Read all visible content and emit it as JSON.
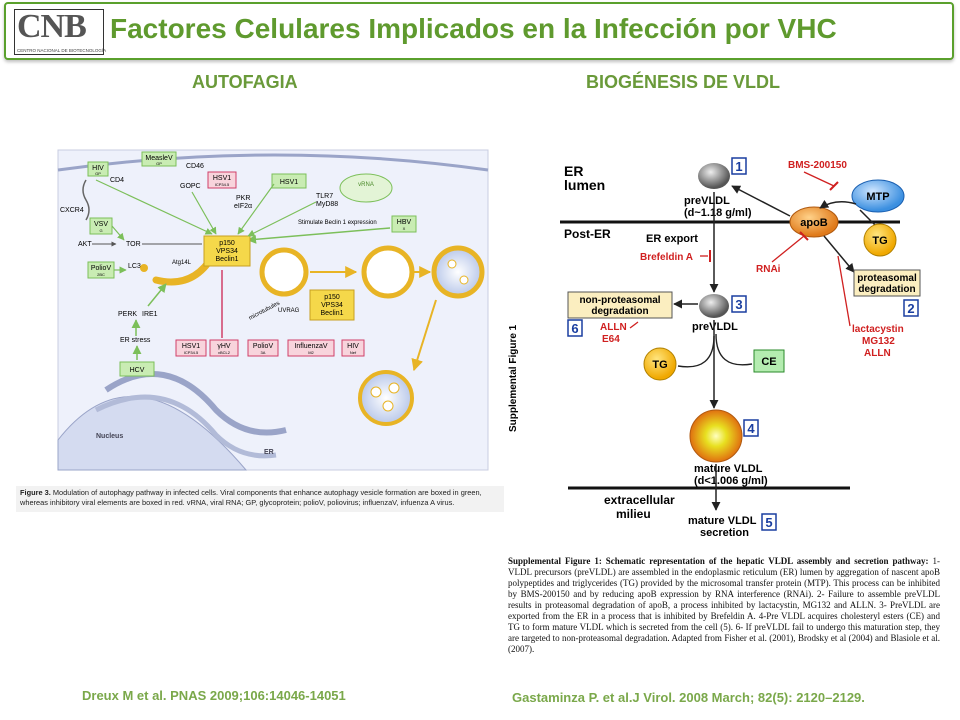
{
  "header": {
    "logo_text": "CNB",
    "logo_subtext": "CENTRO NACIONAL DE BIOTECNOLOGÍA",
    "title": "Factores Celulares Implicados en la Infección por VHC"
  },
  "sections": {
    "left_title": "AUTOFAGIA",
    "right_title": "BIOGÉNESIS DE VLDL"
  },
  "autophagy_figure": {
    "labels": {
      "hiv": "HIV",
      "hiv_sub": "GP",
      "measlev": "MeasleV",
      "measlev_sub": "GP",
      "cd46": "CD46",
      "cd4": "CD4",
      "cxcr4": "CXCR4",
      "hsv1": "HSV1",
      "hsv1_sub": "ICP34.5",
      "hsv1_b": "HSV1",
      "gopc": "GOPC",
      "pkr": "PKR",
      "eif2a": "eIF2α",
      "tlr7": "TLR7",
      "myd88": "MyD88",
      "vrna": "vRNA",
      "vsv": "VSV",
      "vsv_sub": "G",
      "akt": "AKT",
      "tor": "TOR",
      "stimulate": "Stimulate Beclin 1 expression",
      "hbv": "HBV",
      "hbv_sub": "X",
      "poliov": "PolioV",
      "poliov_sub": "2BC",
      "lc3": "LC3",
      "atg14l": "Atg14L",
      "complex1_l1": "p150",
      "complex1_l2": "VPS34",
      "complex1_l3": "Beclin1",
      "microtubules": "microtubules",
      "uvrag": "UVRAG",
      "complex2_l1": "p150",
      "complex2_l2": "VPS34",
      "complex2_l3": "Beclin1",
      "perk": "PERK",
      "ire1": "IRE1",
      "er_stress": "ER stress",
      "hcv": "HCV",
      "hsv1_c": "HSV1",
      "hsv1_c_sub": "ICP34.5",
      "ghv": "γHV",
      "ghv_sub": "vBCL2",
      "poliov_b": "PolioV",
      "poliov_b_sub": "3A",
      "influenza": "InfluenzaV",
      "influenza_sub": "M2",
      "hiv_b": "HIV",
      "hiv_b_sub": "Nef",
      "nucleus": "Nucleus",
      "er": "ER"
    },
    "caption_bold": "Figure 3.",
    "caption_text": " Modulation of autophagy pathway in infected cells. Viral components that enhance autophagy vesicle formation are boxed in green, whereas inhibitory viral elements are boxed in red. vRNA, viral RNA; GP, glycoprotein; polioV, poliovirus; influenzaV, infuenza A virus."
  },
  "vldl_figure": {
    "labels": {
      "er_lumen_1": "ER",
      "er_lumen_2": "lumen",
      "previdl_dense_1": "preVLDL",
      "previdl_dense_2": "(d~1.18 g/ml)",
      "bms": "BMS-200150",
      "mtp": "MTP",
      "apob": "apoB",
      "tg_top": "TG",
      "post_er": "Post-ER",
      "er_export": "ER export",
      "brefeldin": "Brefeldin A",
      "rnai": "RNAi",
      "proteasomal_1": "proteasomal",
      "proteasomal_2": "degradation",
      "nonprot_1": "non-proteasomal",
      "nonprot_2": "degradation",
      "previdl": "preVLDL",
      "alln": "ALLN",
      "e64": "E64",
      "lactacystin": "lactacystin",
      "mg132": "MG132",
      "alln_b": "ALLN",
      "tg_mid": "TG",
      "ce": "CE",
      "mature_1": "mature VLDL",
      "mature_2": "(d<1.006 g/ml)",
      "extracellular_1": "extracellular",
      "extracellular_2": "milieu",
      "secretion_1": "mature VLDL",
      "secretion_2": "secretion",
      "n1": "1",
      "n2": "2",
      "n3": "3",
      "n4": "4",
      "n5": "5",
      "n6": "6",
      "side_label": "Supplemental Figure 1"
    },
    "caption_bold": "Supplemental Figure 1: Schematic representation of the hepatic VLDL assembly and secretion pathway:",
    "caption_text": " 1-VLDL precursors (preVLDL) are assembled in the endoplasmic reticulum (ER) lumen by aggregation of nascent apoB polypeptides and triglycerides (TG) provided by the microsomal transfer protein (MTP). This process can be inhibited by BMS-200150 and by reducing apoB expression by RNA interference (RNAi). 2- Failure to assemble preVLDL results in proteasomal degradation of apoB, a process inhibited by lactacystin, MG132 and ALLN. 3- PreVLDL are exported from the ER in a process that is inhibited by Brefeldin A. 4-Pre VLDL acquires cholesteryl esters (CE) and TG to form mature VLDL which is secreted from the cell (5). 6- If preVLDL fail to undergo this maturation step, they are targeted to non-proteasomal degradation. Adapted from Fisher et al. (2001), Brodsky et al (2004) and Blasiole et al. (2007)."
  },
  "citations": {
    "left": "Dreux M et al. PNAS 2009;106:14046-14051",
    "right": "Gastaminza P. et al.J Virol. 2008 March; 82(5): 2120–2129."
  }
}
